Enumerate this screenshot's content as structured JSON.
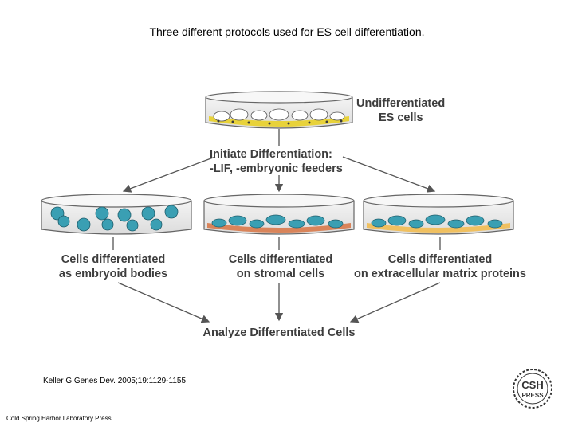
{
  "title": "Three different protocols used for ES cell differentiation.",
  "nodes": {
    "undiff_line1": "Undifferentiated",
    "undiff_line2": "ES cells",
    "initiate_line1": "Initiate Differentiation:",
    "initiate_line2": "-LIF, -embryonic feeders",
    "eb_line1": "Cells differentiated",
    "eb_line2": "as embryoid bodies",
    "stromal_line1": "Cells differentiated",
    "stromal_line2": "on stromal cells",
    "ecm_line1": "Cells differentiated",
    "ecm_line2": "on extracellular matrix proteins",
    "analyze": "Analyze Differentiated Cells"
  },
  "citation": "Keller G Genes Dev. 2005;19:1129-1155",
  "publisher": "Cold Spring Harbor Laboratory Press",
  "logo": {
    "line1": "CSH",
    "line2": "PRESS"
  },
  "colors": {
    "text": "#3d3d3d",
    "arrow": "#555555",
    "cell_teal": "#3a9fb3",
    "es_yellow": "#e8d23a",
    "stromal_orange": "#d9845a",
    "ecm_yellow": "#f0c060",
    "dish_outline": "#666666"
  },
  "icons": [
    "petri-dish-icon",
    "arrow-icon",
    "csh-press-logo"
  ]
}
